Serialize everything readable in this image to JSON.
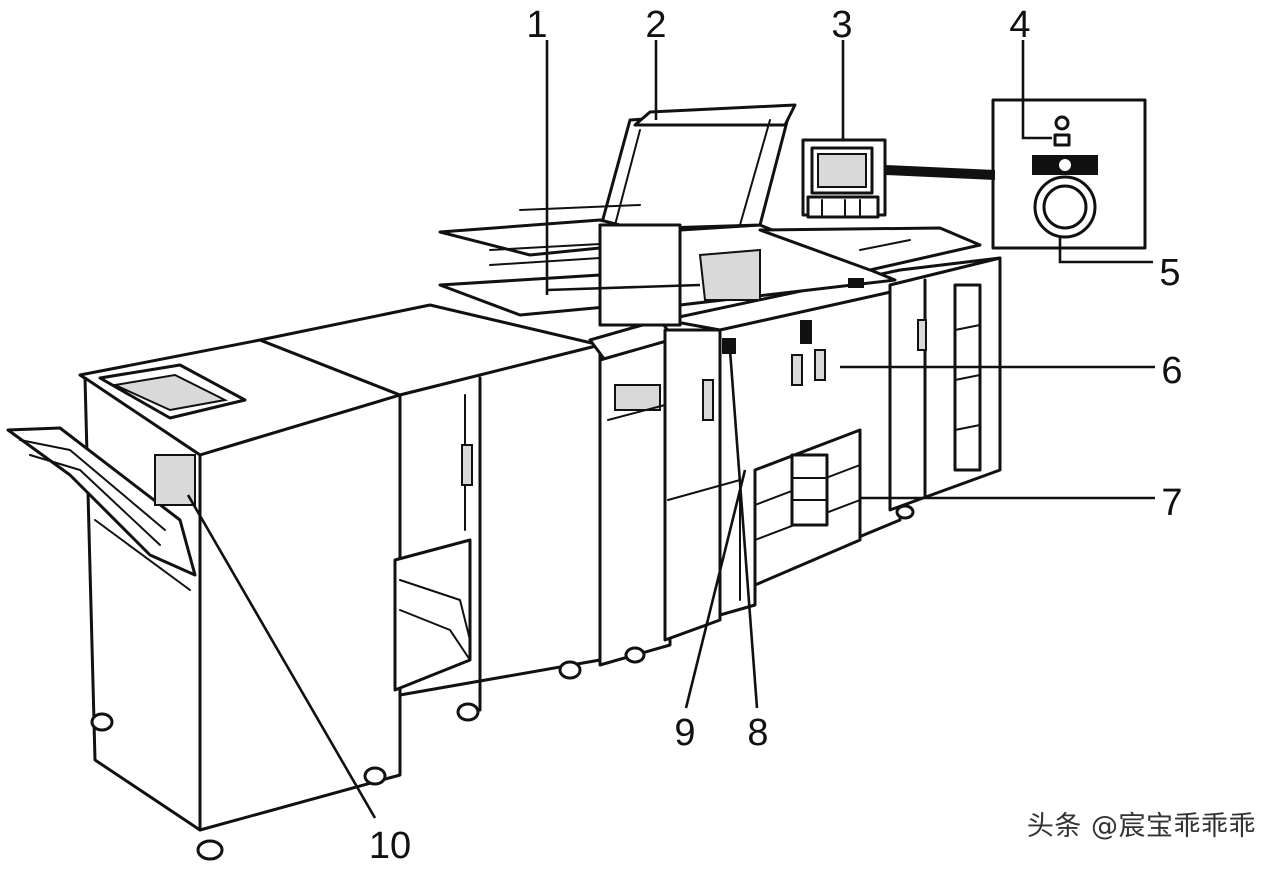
{
  "callouts": [
    {
      "number": "1"
    },
    {
      "number": "2"
    },
    {
      "number": "3"
    },
    {
      "number": "4"
    },
    {
      "number": "5"
    },
    {
      "number": "6"
    },
    {
      "number": "7"
    },
    {
      "number": "8"
    },
    {
      "number": "9"
    },
    {
      "number": "10"
    }
  ],
  "watermark": "头条 @宸宝乖乖乖"
}
